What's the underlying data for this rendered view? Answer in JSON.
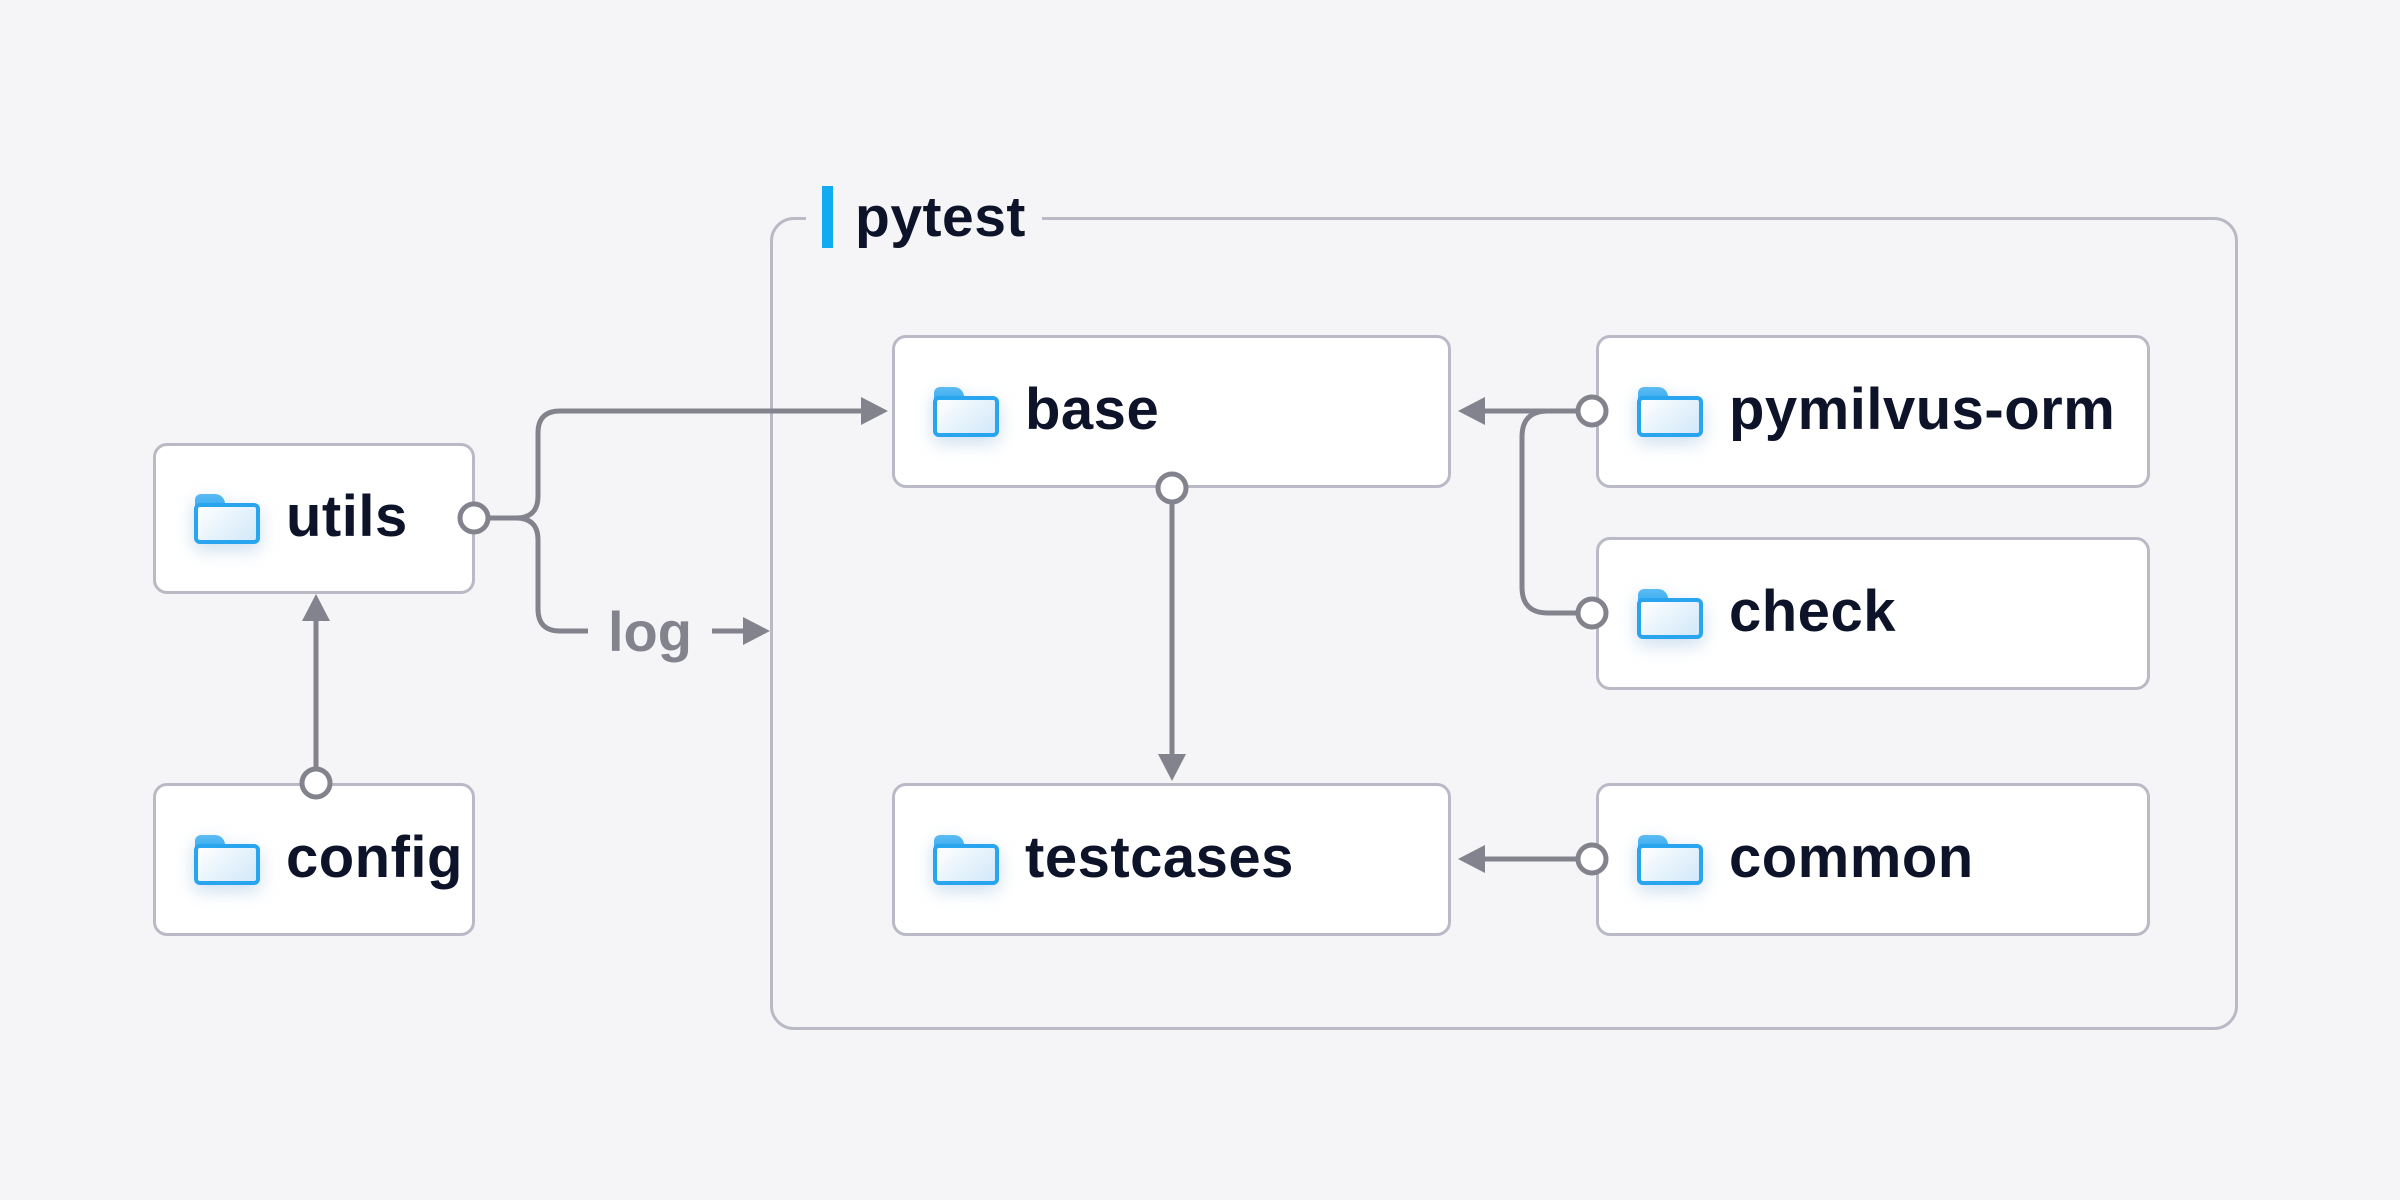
{
  "diagram": {
    "background_color": "#f5f5f7",
    "container": {
      "label": "pytest",
      "accent_bar_color": "#12aaf0",
      "border_color": "#b9bac6"
    },
    "nodes": {
      "utils": {
        "label": "utils",
        "icon": "folder-icon"
      },
      "config": {
        "label": "config",
        "icon": "folder-icon"
      },
      "base": {
        "label": "base",
        "icon": "folder-icon"
      },
      "pymilvus": {
        "label": "pymilvus-orm",
        "icon": "folder-icon"
      },
      "check": {
        "label": "check",
        "icon": "folder-icon"
      },
      "testcases": {
        "label": "testcases",
        "icon": "folder-icon"
      },
      "common": {
        "label": "common",
        "icon": "folder-icon"
      }
    },
    "edges": [
      {
        "from": "config",
        "to": "utils",
        "label": ""
      },
      {
        "from": "utils",
        "to": "base",
        "label": ""
      },
      {
        "from": "utils",
        "to": "pytest-container",
        "label": "log"
      },
      {
        "from": "base",
        "to": "testcases",
        "label": ""
      },
      {
        "from": "pymilvus-orm",
        "to": "base",
        "label": ""
      },
      {
        "from": "check",
        "to": "base",
        "label": ""
      },
      {
        "from": "common",
        "to": "testcases",
        "label": ""
      }
    ],
    "edge_label_log": "log",
    "colors": {
      "connector_gray": "#83838d",
      "node_border": "#b9bac6",
      "node_text": "#0d1329",
      "folder_blue": "#29a4ef",
      "accent_bar_blue": "#12aaf0",
      "node_fill": "#ffffff"
    }
  }
}
